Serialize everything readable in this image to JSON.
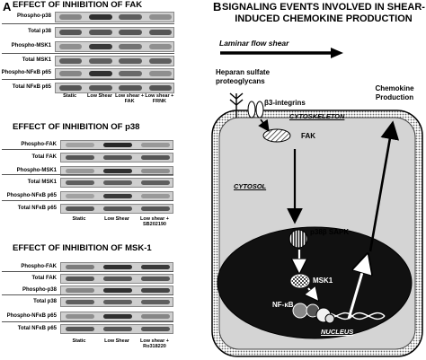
{
  "panel_a": {
    "letter": "A",
    "sections": [
      {
        "title": "EFFECT OF INHIBITION OF FAK",
        "rows": [
          "Phospho-p38",
          "Total p38",
          "Phospho-MSK1",
          "Total MSK1",
          "Phospho-NFκB p65",
          "Total NFκB p65"
        ],
        "conditions": [
          "Static",
          "Low Shear",
          "Low shear + FAK",
          "Low shear + FRNK"
        ],
        "band_intensity": [
          [
            0.35,
            0.8,
            0.55,
            0.3
          ],
          [
            0.6,
            0.6,
            0.6,
            0.6
          ],
          [
            0.3,
            0.75,
            0.45,
            0.3
          ],
          [
            0.55,
            0.55,
            0.55,
            0.55
          ],
          [
            0.35,
            0.8,
            0.5,
            0.3
          ],
          [
            0.6,
            0.6,
            0.6,
            0.6
          ]
        ]
      },
      {
        "title": "EFFECT OF INHIBITION OF p38",
        "rows": [
          "Phospho-FAK",
          "Total FAK",
          "Phospho-MSK1",
          "Total MSK1",
          "Phospho-NFκB p65",
          "Total NFκB p65"
        ],
        "conditions": [
          "Static",
          "Low Shear",
          "Low shear + SB202190"
        ],
        "band_intensity": [
          [
            0.2,
            0.85,
            0.25
          ],
          [
            0.6,
            0.6,
            0.6
          ],
          [
            0.25,
            0.8,
            0.3
          ],
          [
            0.55,
            0.55,
            0.55
          ],
          [
            0.2,
            0.75,
            0.25
          ],
          [
            0.6,
            0.6,
            0.6
          ]
        ]
      },
      {
        "title": "EFFECT OF INHIBITION OF MSK-1",
        "rows": [
          "Phospho-FAK",
          "Total FAK",
          "Phospho-p38",
          "Total p38",
          "Phospho-NFκB p65",
          "Total NFκB p65"
        ],
        "conditions": [
          "Static",
          "Low Shear",
          "Low shear + Ro318220"
        ],
        "band_intensity": [
          [
            0.4,
            0.8,
            0.75
          ],
          [
            0.6,
            0.6,
            0.6
          ],
          [
            0.35,
            0.8,
            0.7
          ],
          [
            0.55,
            0.55,
            0.55
          ],
          [
            0.3,
            0.8,
            0.35
          ],
          [
            0.6,
            0.6,
            0.6
          ]
        ]
      }
    ]
  },
  "panel_b": {
    "letter": "B",
    "title": "SIGNALING EVENTS INVOLVED IN SHEAR-INDUCED CHEMOKINE PRODUCTION",
    "flow_label": "Laminar flow shear",
    "heparan_label": "Heparan sulfate proteoglycans",
    "integrin_label": "β3-integrins",
    "cytoskeleton_label": "CYTOSKELETON",
    "fak_label": "FAK",
    "cytosol_label": "CYTOSOL",
    "p38_label": "p38β SAPK",
    "msk1_label": "MSK1",
    "nfkb_label": "NF-κB",
    "nucleus_label": "NUCLEUS",
    "chemokine_label": "Chemokine Production"
  },
  "colors": {
    "cell_fill": "#d4d4d4",
    "nucleus_fill": "#111111",
    "blot_bg": "#cfcfcf"
  }
}
